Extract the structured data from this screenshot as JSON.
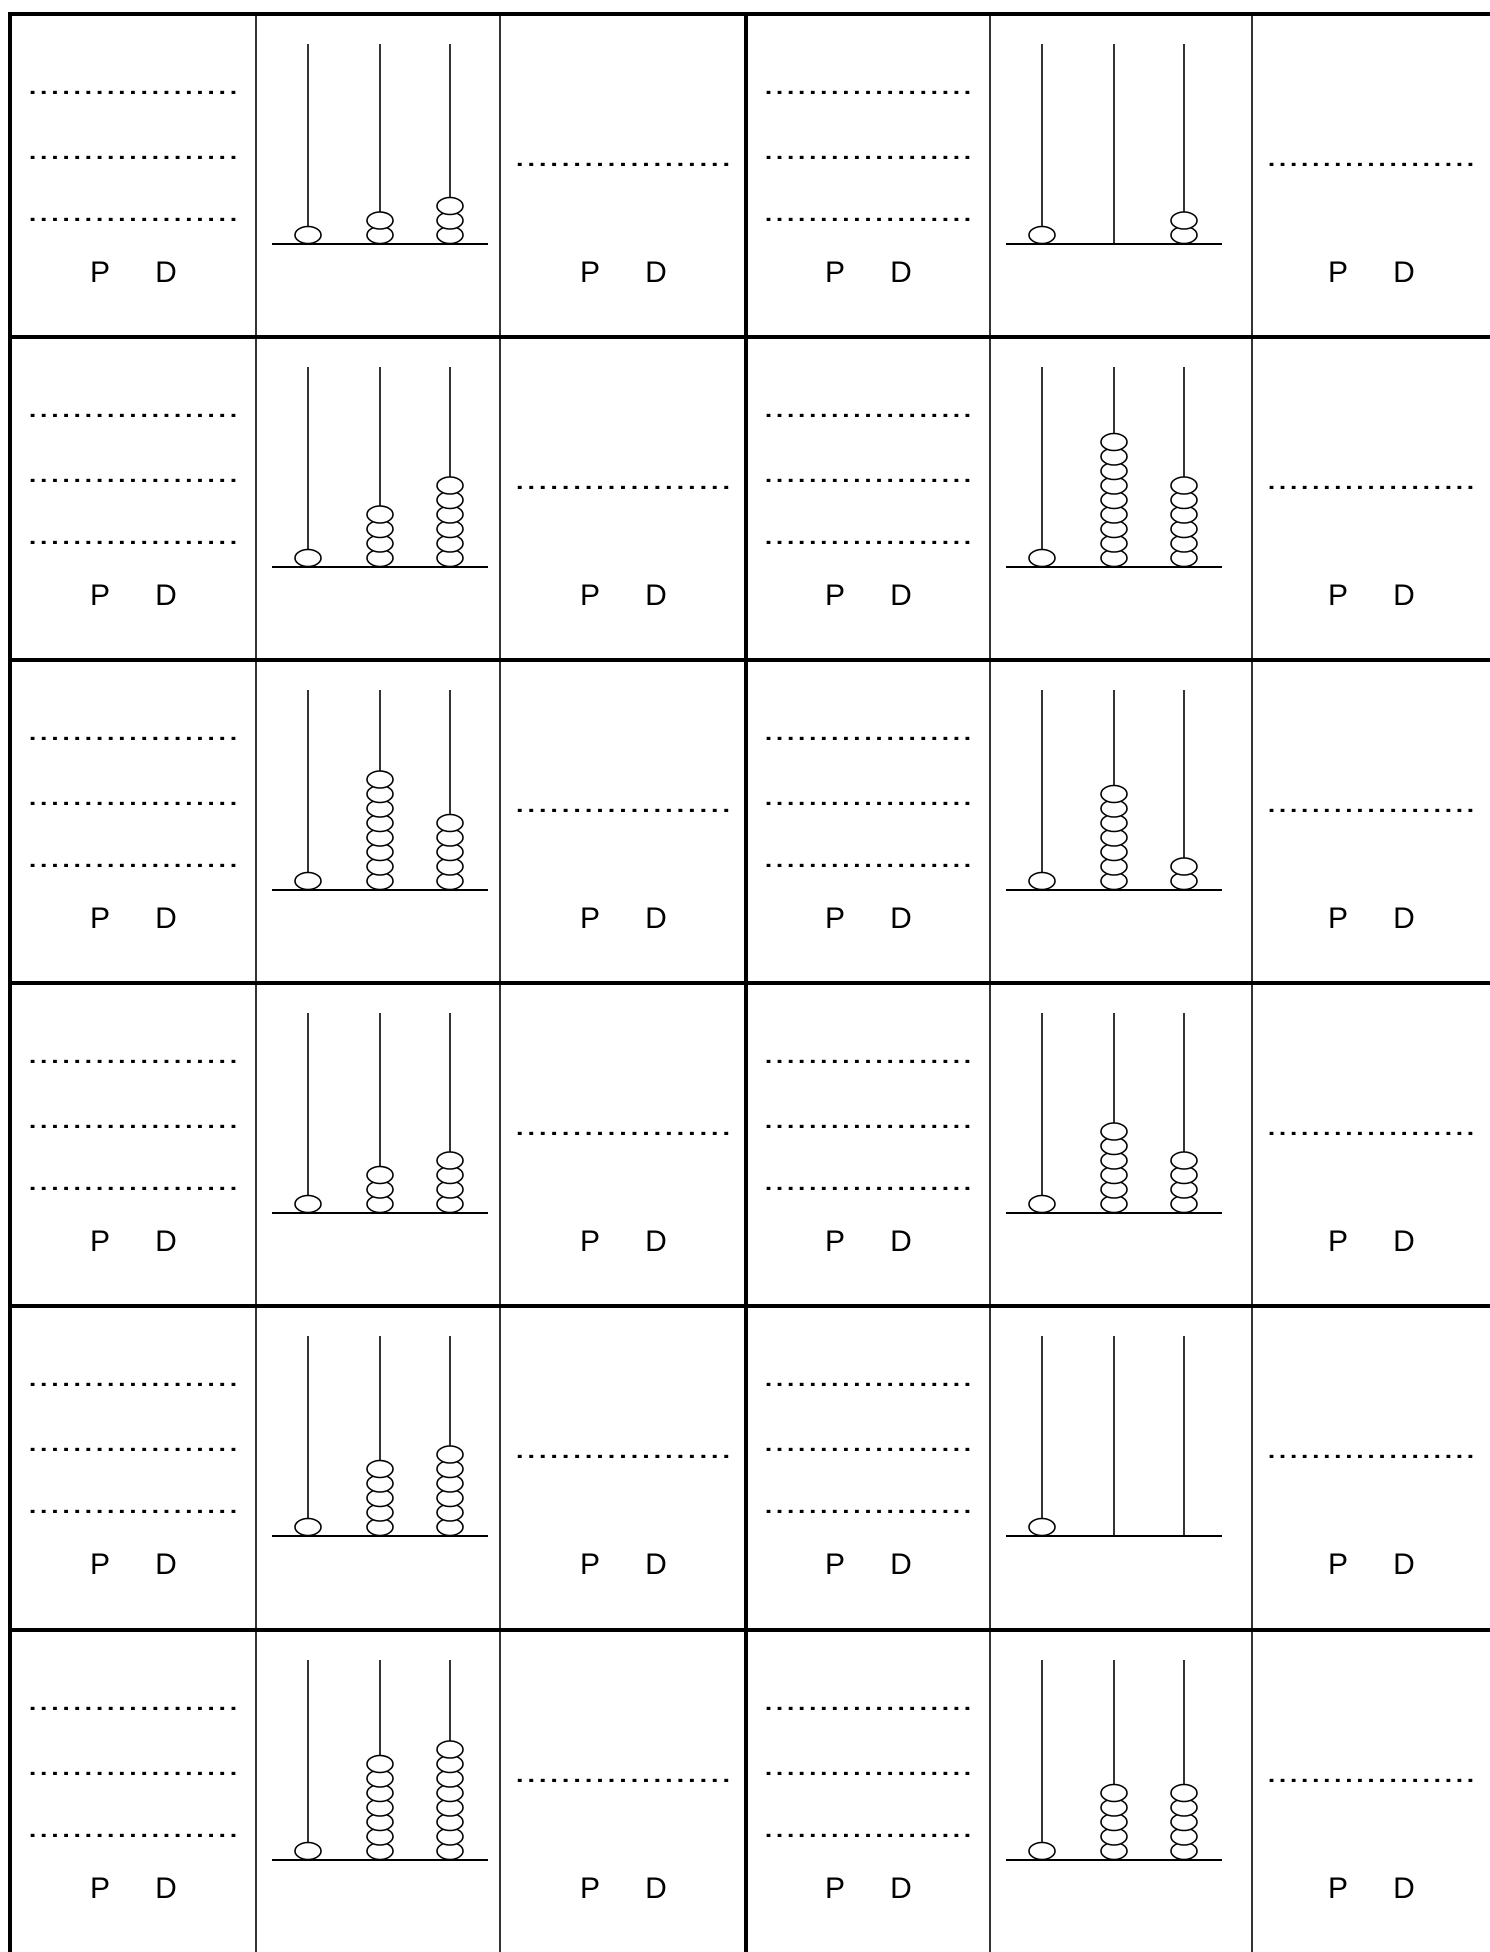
{
  "worksheet": {
    "dotted_line": "...................",
    "place_labels": {
      "p": "P",
      "d": "D"
    },
    "rows": [
      [
        {
          "c": 1,
          "t": 2,
          "u": 3
        },
        {
          "c": 1,
          "t": 0,
          "u": 2
        }
      ],
      [
        {
          "c": 1,
          "t": 4,
          "u": 6
        },
        {
          "c": 1,
          "t": 9,
          "u": 6
        }
      ],
      [
        {
          "c": 1,
          "t": 8,
          "u": 5
        },
        {
          "c": 1,
          "t": 7,
          "u": 2
        }
      ],
      [
        {
          "c": 1,
          "t": 3,
          "u": 4
        },
        {
          "c": 1,
          "t": 6,
          "u": 4
        }
      ],
      [
        {
          "c": 1,
          "t": 5,
          "u": 6
        },
        {
          "c": 1,
          "t": 0,
          "u": 0
        }
      ],
      [
        {
          "c": 1,
          "t": 7,
          "u": 8
        },
        {
          "c": 1,
          "t": 5,
          "u": 5
        }
      ]
    ]
  }
}
